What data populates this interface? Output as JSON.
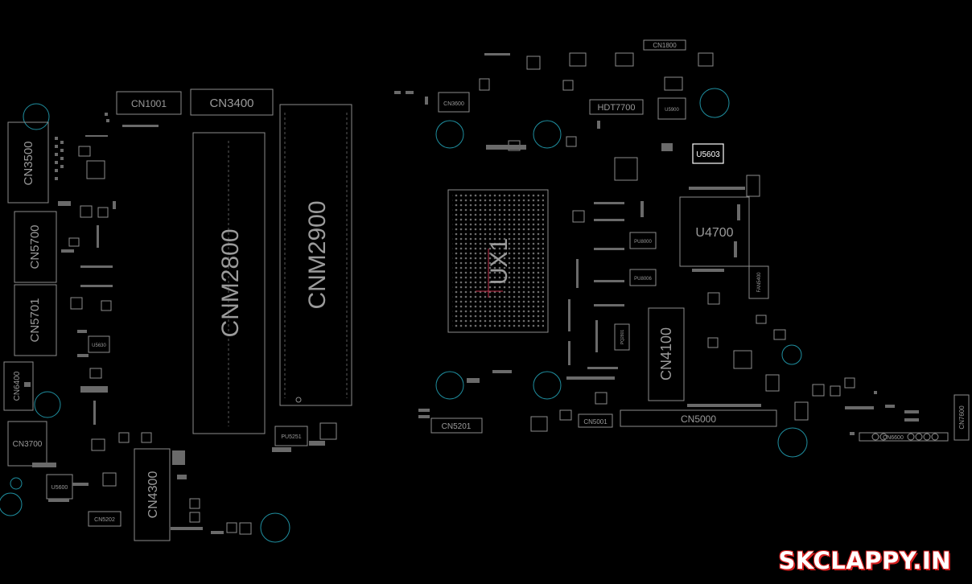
{
  "components": {
    "cn1001": "CN1001",
    "cn3400": "CN3400",
    "cn3500": "CN3500",
    "cn5700": "CN5700",
    "cn5701": "CN5701",
    "cn6400": "CN6400",
    "cn3700": "CN3700",
    "u5600": "U5600",
    "u5630": "U5630",
    "cn5202": "CN5202",
    "cn4300": "CN4300",
    "cnm2800": "CNM2800",
    "cnm2900": "CNM2900",
    "pu5251": "PU5251",
    "cn3600": "CN3600",
    "cn1800": "CN1800",
    "hdt7700": "HDT7700",
    "u5900": "U5900",
    "u5603": "U5603",
    "ux1": "UX1",
    "u4700": "U4700",
    "pu8000": "PU8000",
    "pu8006": "PU8006",
    "fan5400": "FAN5400",
    "cn4100": "CN4100",
    "pq2801": "PQ2801",
    "cn5000": "CN5000",
    "cn5001": "CN5001",
    "cn5201": "CN5201",
    "cn7600": "CN7600",
    "cn6600": "CN6600"
  },
  "watermark": "SKCLAPPY.IN",
  "colors": {
    "background": "#000000",
    "outline": "#8c8c8c",
    "highlight": "#ffffff",
    "mount_hole": "#1f8fa0",
    "cpu_marker": "#c0304a",
    "watermark_shadow": "#d42020"
  }
}
